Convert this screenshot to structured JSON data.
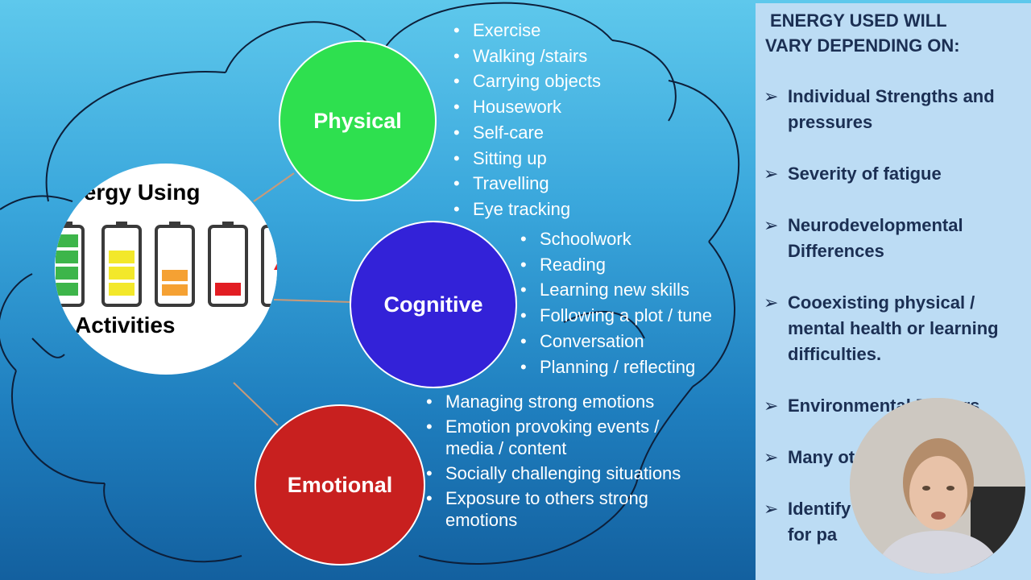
{
  "center": {
    "title": "Energy Using",
    "subtitle": "Activities"
  },
  "categories": {
    "physical": {
      "label": "Physical",
      "color": "#2ee04f",
      "items": [
        "Exercise",
        "Walking /stairs",
        "Carrying objects",
        "Housework",
        "Self-care",
        "Sitting up",
        "Travelling",
        "Eye tracking"
      ]
    },
    "cognitive": {
      "label": "Cognitive",
      "color": "#3322d8",
      "items": [
        "Schoolwork",
        "Reading",
        "Learning new skills",
        "Following a plot / tune",
        "Conversation",
        "Planning / reflecting"
      ]
    },
    "emotional": {
      "label": "Emotional",
      "color": "#c8201f",
      "items": [
        "Managing strong emotions",
        "Emotion provoking events / media / content",
        "Socially challenging situations",
        "Exposure to others strong emotions"
      ]
    }
  },
  "side_panel": {
    "title_line1": "ENERGY USED WILL",
    "title_line2": "VARY DEPENDING ON:",
    "items": [
      "Individual Strengths and pressures",
      "Severity of fatigue",
      "Neurodevelopmental Differences",
      "Cooexisting physical / mental health or learning difficulties.",
      "Environmental Factors",
      "Many ot",
      "Identify Energy U crucial for pa"
    ],
    "bullet_glyph": "➢"
  },
  "battery_colors": [
    "#3db54a",
    "#f3e82a",
    "#f5a133",
    "#e21d23"
  ]
}
